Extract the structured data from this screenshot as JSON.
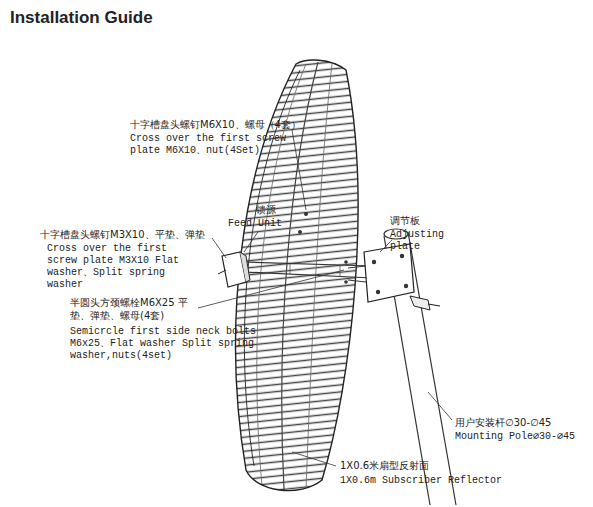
{
  "diagram": {
    "title": "Installation Guide",
    "labels": [
      "十字槽盘头螺钉M6X10、螺母（4套）",
      "Cross over the first screw plate M6X10、nut(4Set)",
      "馈源",
      "Feed Unit",
      "十字槽盘头螺钉M3X10、平垫、弹垫",
      "Cross over the first screw plate M3X10 Flat washer、Split spring washer",
      "半圆头方颈螺栓M6X25 平垫、弹垫、螺母(4套)",
      "Semicrcle first side neck bolts M6x25、Flat washer Split spring washer,nuts(4set)",
      "调节板",
      "Adjusting plate",
      "用户安装杆∅30-∅45",
      "Mounting Pole∅30-∅45",
      "1X0.6米扇型反射面",
      "1X0.6m Subscriber Reflector"
    ]
  }
}
